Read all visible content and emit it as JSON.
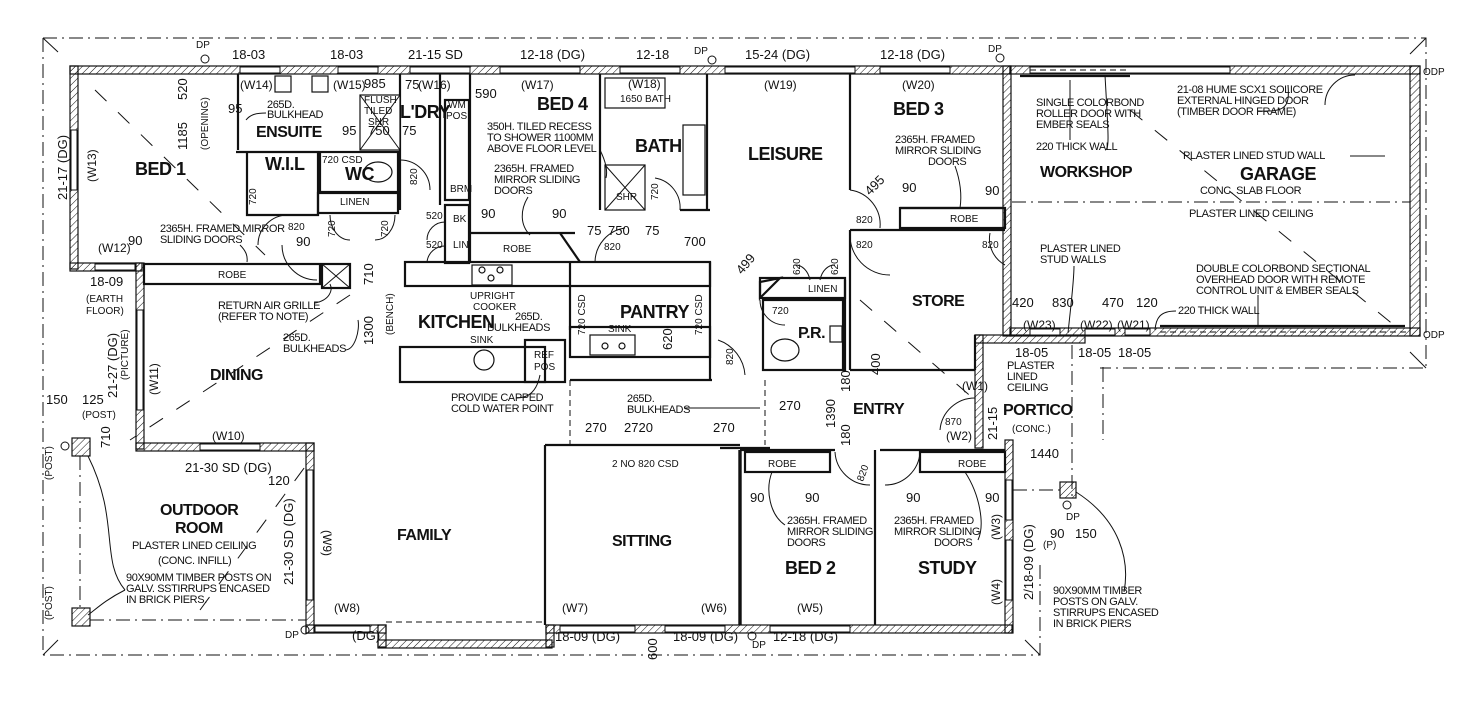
{
  "plan": {
    "title": "Residential Floor Plan",
    "rooms": {
      "bed1": "BED 1",
      "ensuite": "ENSUITE",
      "wil": "W.I.L",
      "wc": "WC",
      "ldry": "L'DRY",
      "bed4": "BED 4",
      "bath": "BATH",
      "leisure": "LEISURE",
      "bed3": "BED 3",
      "workshop": "WORKSHOP",
      "garage": "GARAGE",
      "kitchen": "KITCHEN",
      "pantry": "PANTRY",
      "dining": "DINING",
      "store": "STORE",
      "pr": "P.R.",
      "entry": "ENTRY",
      "portico": "PORTICO",
      "portico_sub": "(CONC.)",
      "outdoor1": "OUTDOOR",
      "outdoor2": "ROOM",
      "family": "FAMILY",
      "sitting": "SITTING",
      "bed2": "BED 2",
      "study": "STUDY"
    },
    "fixtures": {
      "linen": "LINEN",
      "robe": "ROBE",
      "brm": "BRM",
      "bk": "BK",
      "lin": "LIN",
      "wm_pos_1": "WM",
      "wm_pos_2": "POS.",
      "bath_1650": "1650 BATH",
      "shr": "SHR",
      "ref_pos_1": "REF",
      "ref_pos_2": "POS",
      "sink": "SINK",
      "upright_cooker_1": "UPRIGHT",
      "upright_cooker_2": "COOKER",
      "flush_tiled_1": "FLUSH",
      "flush_tiled_2": "TILED",
      "flush_tiled_3": "SHR",
      "opening": "(OPENING)",
      "bench": "(BENCH)",
      "earth_floor_1": "(EARTH",
      "earth_floor_2": "FLOOR)",
      "post": "(POST)",
      "picture": "(PICTURE)",
      "p": "(P)"
    },
    "windows": {
      "w1": "(W1)",
      "w2": "(W2)",
      "w3": "(W3)",
      "w4": "(W4)",
      "w5": "(W5)",
      "w6": "(W6)",
      "w7": "(W7)",
      "w8": "(W8)",
      "w9": "(W9)",
      "w10": "(W10)",
      "w11": "(W11)",
      "w12": "(W12)",
      "w13": "(W13)",
      "w14": "(W14)",
      "w15": "(W15)",
      "w16": "(W16)",
      "w17": "(W17)",
      "w18": "(W18)",
      "w19": "(W19)",
      "w20": "(W20)",
      "w21": "(W21)",
      "w22": "(W22)",
      "w23": "(W23)"
    },
    "window_sizes": {
      "top_1": "18-03",
      "top_2": "18-03",
      "top_3": "21-15 SD",
      "top_4": "12-18 (DG)",
      "top_5": "12-18",
      "top_6": "15-24 (DG)",
      "top_7": "12-18 (DG)",
      "left_bed1": "21-17 (DG)",
      "left_18_09": "18-09",
      "dining_side": "21-27 (DG)",
      "outdoor_top": "21-30 SD (DG)",
      "outdoor_side": "21-30 SD (DG)",
      "bottom_dg": "(DG)",
      "bottom_sitting_1": "18-09 (DG)",
      "bottom_sitting_2": "18-09 (DG)",
      "bottom_bed2": "12-18 (DG)",
      "study_side": "2/18-09 (DG)",
      "portico_side": "21-15",
      "portico_top_1": "18-05",
      "portico_top_2": "18-05",
      "portico_top_3": "18-05"
    },
    "dimensions": {
      "d1185": "1185",
      "d520": "520",
      "d95a": "95",
      "d95b": "95",
      "d985": "985",
      "d75a": "75",
      "d75b": "75",
      "d750a": "750",
      "d720_csd": "720 CSD",
      "d820_wc": "820",
      "d720_wil": "720",
      "d820_bed1": "820",
      "d90_bed1a": "90",
      "d90_bed1b": "90",
      "d720_lin1": "720",
      "d720_lin2": "720",
      "d520_bk": "520",
      "d520_lin": "520",
      "d590": "590",
      "d90_bed4a": "90",
      "d90_bed4b": "90",
      "d720_bath": "720",
      "d75c": "75",
      "d750b": "750",
      "d75d": "75",
      "d820_bath": "820",
      "d700": "700",
      "d495": "495",
      "d90_bed3a": "90",
      "d90_bed3b": "90",
      "d820_bed3": "820",
      "d820_store_a": "820",
      "d820_store_b": "820",
      "d499": "499",
      "d620_a": "620",
      "d620_b": "620",
      "d720_pr": "720",
      "d710": "710",
      "d1300": "1300",
      "d720_csd_a": "720 CSD",
      "d720_csd_b": "720 CSD",
      "d620_pantry": "620",
      "d820_pantry": "820",
      "d400": "400",
      "d180a": "180",
      "d1390": "1390",
      "d180b": "180",
      "d270a": "270",
      "d270b": "270",
      "d2720": "2720",
      "d270c": "270",
      "d870": "870",
      "d1440": "1440",
      "d420": "420",
      "d830": "830",
      "d470": "470",
      "d120": "120",
      "d150_left": "150",
      "d125": "125",
      "d710_post": "710",
      "d120_outdoor": "120",
      "d600": "600",
      "d90_bed2a": "90",
      "d90_bed2b": "90",
      "d820_bed2": "820",
      "d90_studya": "90",
      "d90_studyb": "90",
      "d90_p": "90",
      "d150_p": "150",
      "csd_2no": "2 NO 820 CSD"
    },
    "notes": {
      "bulkhead_ensuite_1": "265D.",
      "bulkhead_ensuite_2": "BULKHEAD",
      "mirror_bed1_1": "2365H. FRAMED MIRROR",
      "mirror_bed1_2": "SLIDING DOORS",
      "tiled_recess_1": "350H. TILED RECESS",
      "tiled_recess_2": "TO SHOWER 1100MM",
      "tiled_recess_3": "ABOVE FLOOR LEVEL",
      "mirror_bed4_1": "2365H. FRAMED",
      "mirror_bed4_2": "MIRROR SLIDING",
      "mirror_bed4_3": "DOORS",
      "mirror_bed3_1": "2365H. FRAMED",
      "mirror_bed3_2": "MIRROR SLIDING",
      "mirror_bed3_3": "DOORS",
      "roller_door_1": "SINGLE COLORBOND",
      "roller_door_2": "ROLLER DOOR WITH",
      "roller_door_3": "EMBER SEALS",
      "thick_wall_top": "220 THICK WALL",
      "hume_door_1": "21-08 HUME SCX1 SOLICORE",
      "hume_door_2": "EXTERNAL HINGED DOOR",
      "hume_door_3": "(TIMBER DOOR FRAME)",
      "plaster_stud_wall": "PLASTER LINED STUD WALL",
      "conc_slab": "CONC. SLAB FLOOR",
      "plaster_ceiling_garage": "PLASTER LINED CEILING",
      "plaster_stud_walls_1": "PLASTER LINED",
      "plaster_stud_walls_2": "STUD WALLS",
      "sectional_door_1": "DOUBLE COLORBOND SECTIONAL",
      "sectional_door_2": "OVERHEAD DOOR WITH REMOTE",
      "sectional_door_3": "CONTROL UNIT & EMBER SEALS",
      "thick_wall_bottom": "220 THICK WALL",
      "return_air_1": "RETURN AIR GRILLE",
      "return_air_2": "(REFER TO NOTE)",
      "bulkheads_dining_1": "265D.",
      "bulkheads_dining_2": "BULKHEADS",
      "bulkheads_kitchen_1": "265D.",
      "bulkheads_kitchen_2": "BULKHEADS",
      "capped_water_1": "PROVIDE CAPPED",
      "capped_water_2": "COLD WATER POINT",
      "bulkheads_hall_1": "265D.",
      "bulkheads_hall_2": "BULKHEADS",
      "portico_ceiling_1": "PLASTER",
      "portico_ceiling_2": "LINED",
      "portico_ceiling_3": "CEILING",
      "outdoor_ceiling": "PLASTER LINED CEILING",
      "outdoor_infill": "(CONC. INFILL)",
      "posts_outdoor_1": "90X90MM TIMBER POSTS ON",
      "posts_outdoor_2": "GALV. SSTIRRUPS ENCASED",
      "posts_outdoor_3": "IN BRICK PIERS.",
      "mirror_bed2_1": "2365H. FRAMED",
      "mirror_bed2_2": "MIRROR SLIDING",
      "mirror_bed2_3": "DOORS",
      "mirror_study_1": "2365H. FRAMED",
      "mirror_study_2": "MIRROR SLIDING",
      "mirror_study_3": "DOORS",
      "posts_portico_1": "90X90MM TIMBER",
      "posts_portico_2": "POSTS ON GALV.",
      "posts_portico_3": "STIRRUPS ENCASED",
      "posts_portico_4": "IN BRICK PIERS"
    },
    "markers": {
      "dp": "DP",
      "odp": "ODP"
    }
  }
}
